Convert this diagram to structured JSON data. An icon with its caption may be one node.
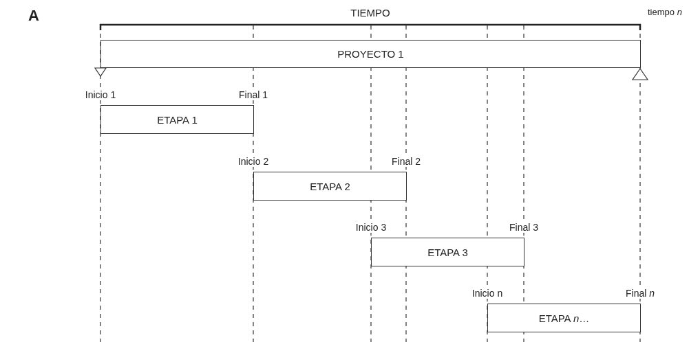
{
  "diagram": {
    "nodes": [
      {
        "text": [
          "PROYECTO 1"
        ]
      },
      {
        "text": [
          "ETAPA 1"
        ],
        "beside": [
          "Inicio 1",
          "Final 1"
        ]
      },
      {
        "text": [
          "ETAPA 2"
        ],
        "beside": [
          "Inicio 2",
          "Final 2"
        ]
      },
      {
        "text": [
          "ETAPA 3"
        ],
        "beside": [
          "Inicio 3",
          "Final 3"
        ]
      },
      {
        "text": [
          "ETAPA *n*…"
        ],
        "beside": [
          "Inicio n",
          "Final *n*"
        ]
      }
    ],
    "labels": [
      "A",
      "TIEMPO",
      "tiempo *n*"
    ]
  }
}
